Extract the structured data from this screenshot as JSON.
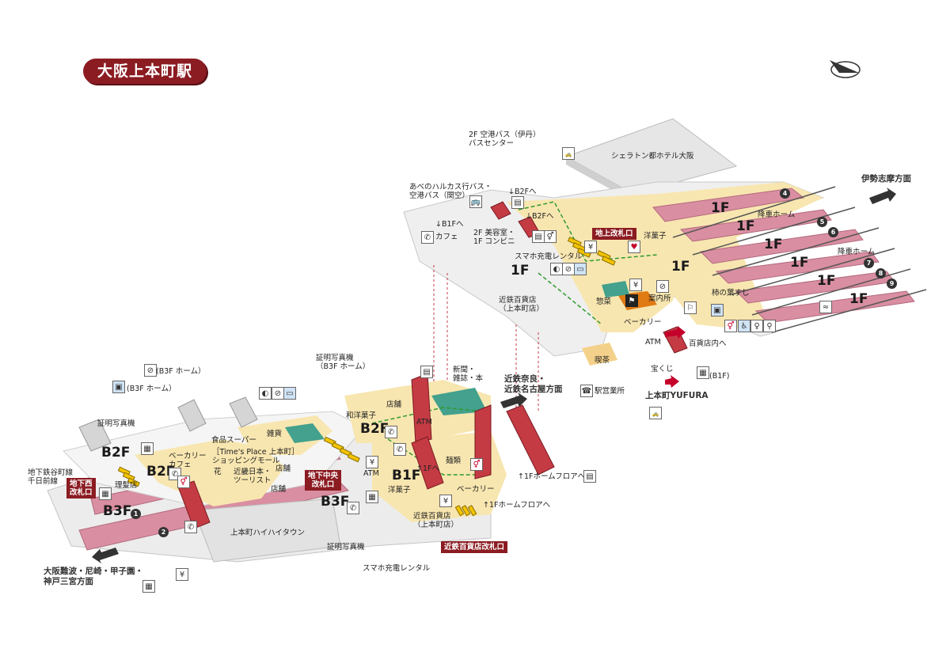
{
  "title": "大阪上本町駅",
  "floors": {
    "f1_a": "1F",
    "f1_b": "1F",
    "f1_c": "1F",
    "f1_d": "1F",
    "f1_e": "1F",
    "f1_f": "1F",
    "f1_g": "1F",
    "f1_h": "1F",
    "b1f": "B1F",
    "b2f_a": "B2F",
    "b2f_b": "B2F",
    "b2f_c": "B2F",
    "b3f_a": "B3F",
    "b3f_b": "B3F"
  },
  "platforms": [
    "1",
    "2",
    "4",
    "5",
    "6",
    "7",
    "8",
    "9"
  ],
  "gates": {
    "ground": "地上改札口",
    "west": "地下西\n改札口",
    "central": "地下中央\n改札口",
    "dept": "近鉄百貨店改札口"
  },
  "labels": {
    "airport_bus_itami": "2F 空港バス（伊丹）\nバスセンター",
    "harukas_bus": "あべのハルカス行バス・\n空港バス（関空）",
    "to_b2f": "↓B2Fへ",
    "to_b2f_2": "↓B2Fへ",
    "to_b1f": "↓B1Fへ",
    "cafe_1f": "カフェ",
    "beauty_conv": "2F 美容室・\n1F コンビニ",
    "phone_rental_1f": "スマホ充電レンタル",
    "sheraton": "シェラトン都ホテル大阪",
    "dir_ise": "伊勢志摩方面",
    "alight_home": "降車ホーム",
    "alight_home_2": "降車ホーム",
    "western_sweets": "洋菓子",
    "dept_store_1f": "近鉄百貨店\n（上本町店）",
    "souzai": "惣菜",
    "info": "案内所",
    "kakinoha": "柿の葉すし",
    "bakery_1f": "ベーカリー",
    "atm": "ATM",
    "to_dept": "百貨店内へ",
    "takarakuji": "宝くじ",
    "b1f_mark": "(B1F)",
    "yufura": "上本町YUFURA",
    "tea": "喫茶",
    "station_office": "駅営業所",
    "dir_nara_nagoya": "近鉄奈良・\n近鉄名古屋方面",
    "news_books": "新聞・\n雑誌・本",
    "shop": "店舗",
    "id_photo_b3f": "証明写真機\n（B3F ホーム）",
    "wa_sweets": "和洋菓子",
    "atm_2": "ATM",
    "noodles": "麺類",
    "to_1f": "↑1Fへ",
    "to_1f_home": "↑1Fホームフロアへ",
    "to_1f_home_2": "↑1Fホームフロアへ",
    "western_sweets_b1": "洋菓子",
    "bakery_b1": "ベーカリー",
    "dept_store_b1": "近鉄百貨店\n（上本町店）",
    "b3f_home": "(B3F ホーム）",
    "b3f_home_2": "(B3F ホーム）",
    "id_photo_b2f": "証明写真機",
    "food_super": "食品スーパー",
    "times_place": "［Time's Place 上本町］\nショッピングモール",
    "misc_goods": "雑貨",
    "bakery_cafe": "ベーカリー\nカフェ",
    "barber": "理髪店",
    "flowers": "花",
    "kintetsu_tourist": "近畿日本・\nツーリスト",
    "shop_2": "店舗",
    "shop_3": "店舗",
    "haihai_town": "上本町ハイハイタウン",
    "subway": "地下鉄谷町線\n千日前線",
    "dir_namba": "大阪難波・尼崎・甲子園・\n神戸三宮方面",
    "id_photo_bottom": "証明写真機",
    "phone_rental_bottom": "スマホ充電レンタル",
    "yen": "¥"
  },
  "icons": [
    "taxi-icon",
    "bus-icon",
    "phone-icon",
    "elevator-icon",
    "toilet-icon",
    "ic-card-icon",
    "coin-locker-icon",
    "smoking-icon",
    "aed-icon",
    "ticket-machine-icon",
    "atm-icon"
  ],
  "colors": {
    "title": "#8b1c22",
    "platform": "#d98ea1",
    "concourse": "#f7e3a8",
    "gray_floor": "#eeeeee",
    "gate_bar": "#f2c400",
    "route": "#2e9a2e",
    "dept_orange": "#e07a12"
  }
}
